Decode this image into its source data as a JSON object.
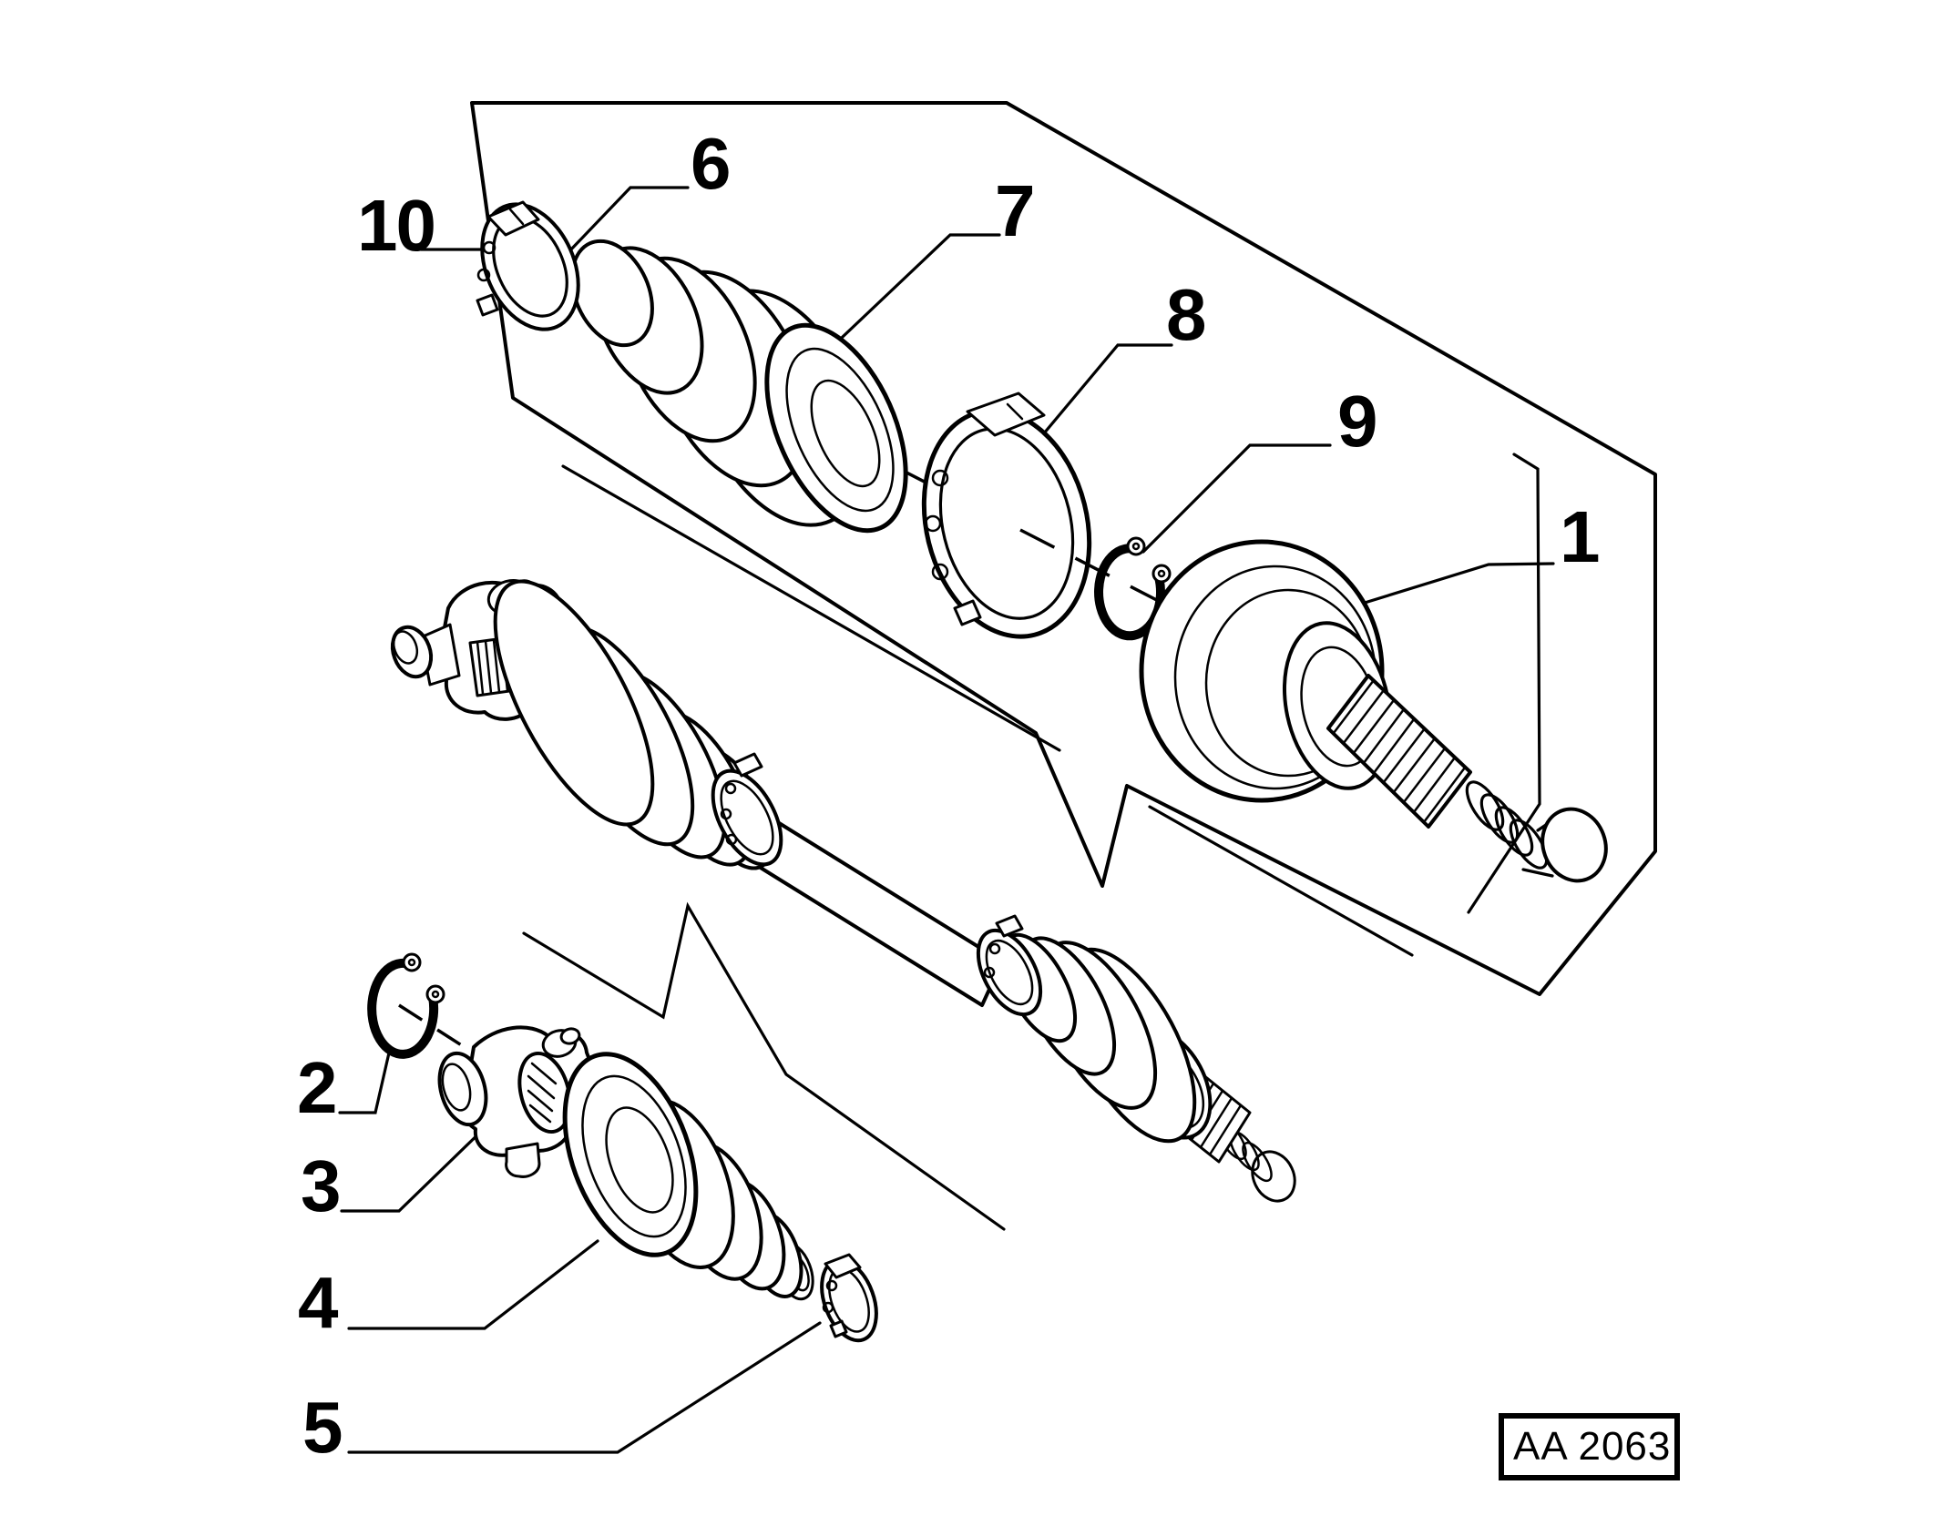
{
  "figure": {
    "code": "AA 2063",
    "background": "#ffffff",
    "ink": "#000000",
    "callouts": {
      "c1": {
        "label": "1"
      },
      "c2": {
        "label": "2"
      },
      "c3": {
        "label": "3"
      },
      "c4": {
        "label": "4"
      },
      "c5": {
        "label": "5"
      },
      "c6": {
        "label": "6"
      },
      "c7": {
        "label": "7"
      },
      "c8": {
        "label": "8"
      },
      "c9": {
        "label": "9"
      },
      "c10": {
        "label": "10"
      }
    }
  }
}
